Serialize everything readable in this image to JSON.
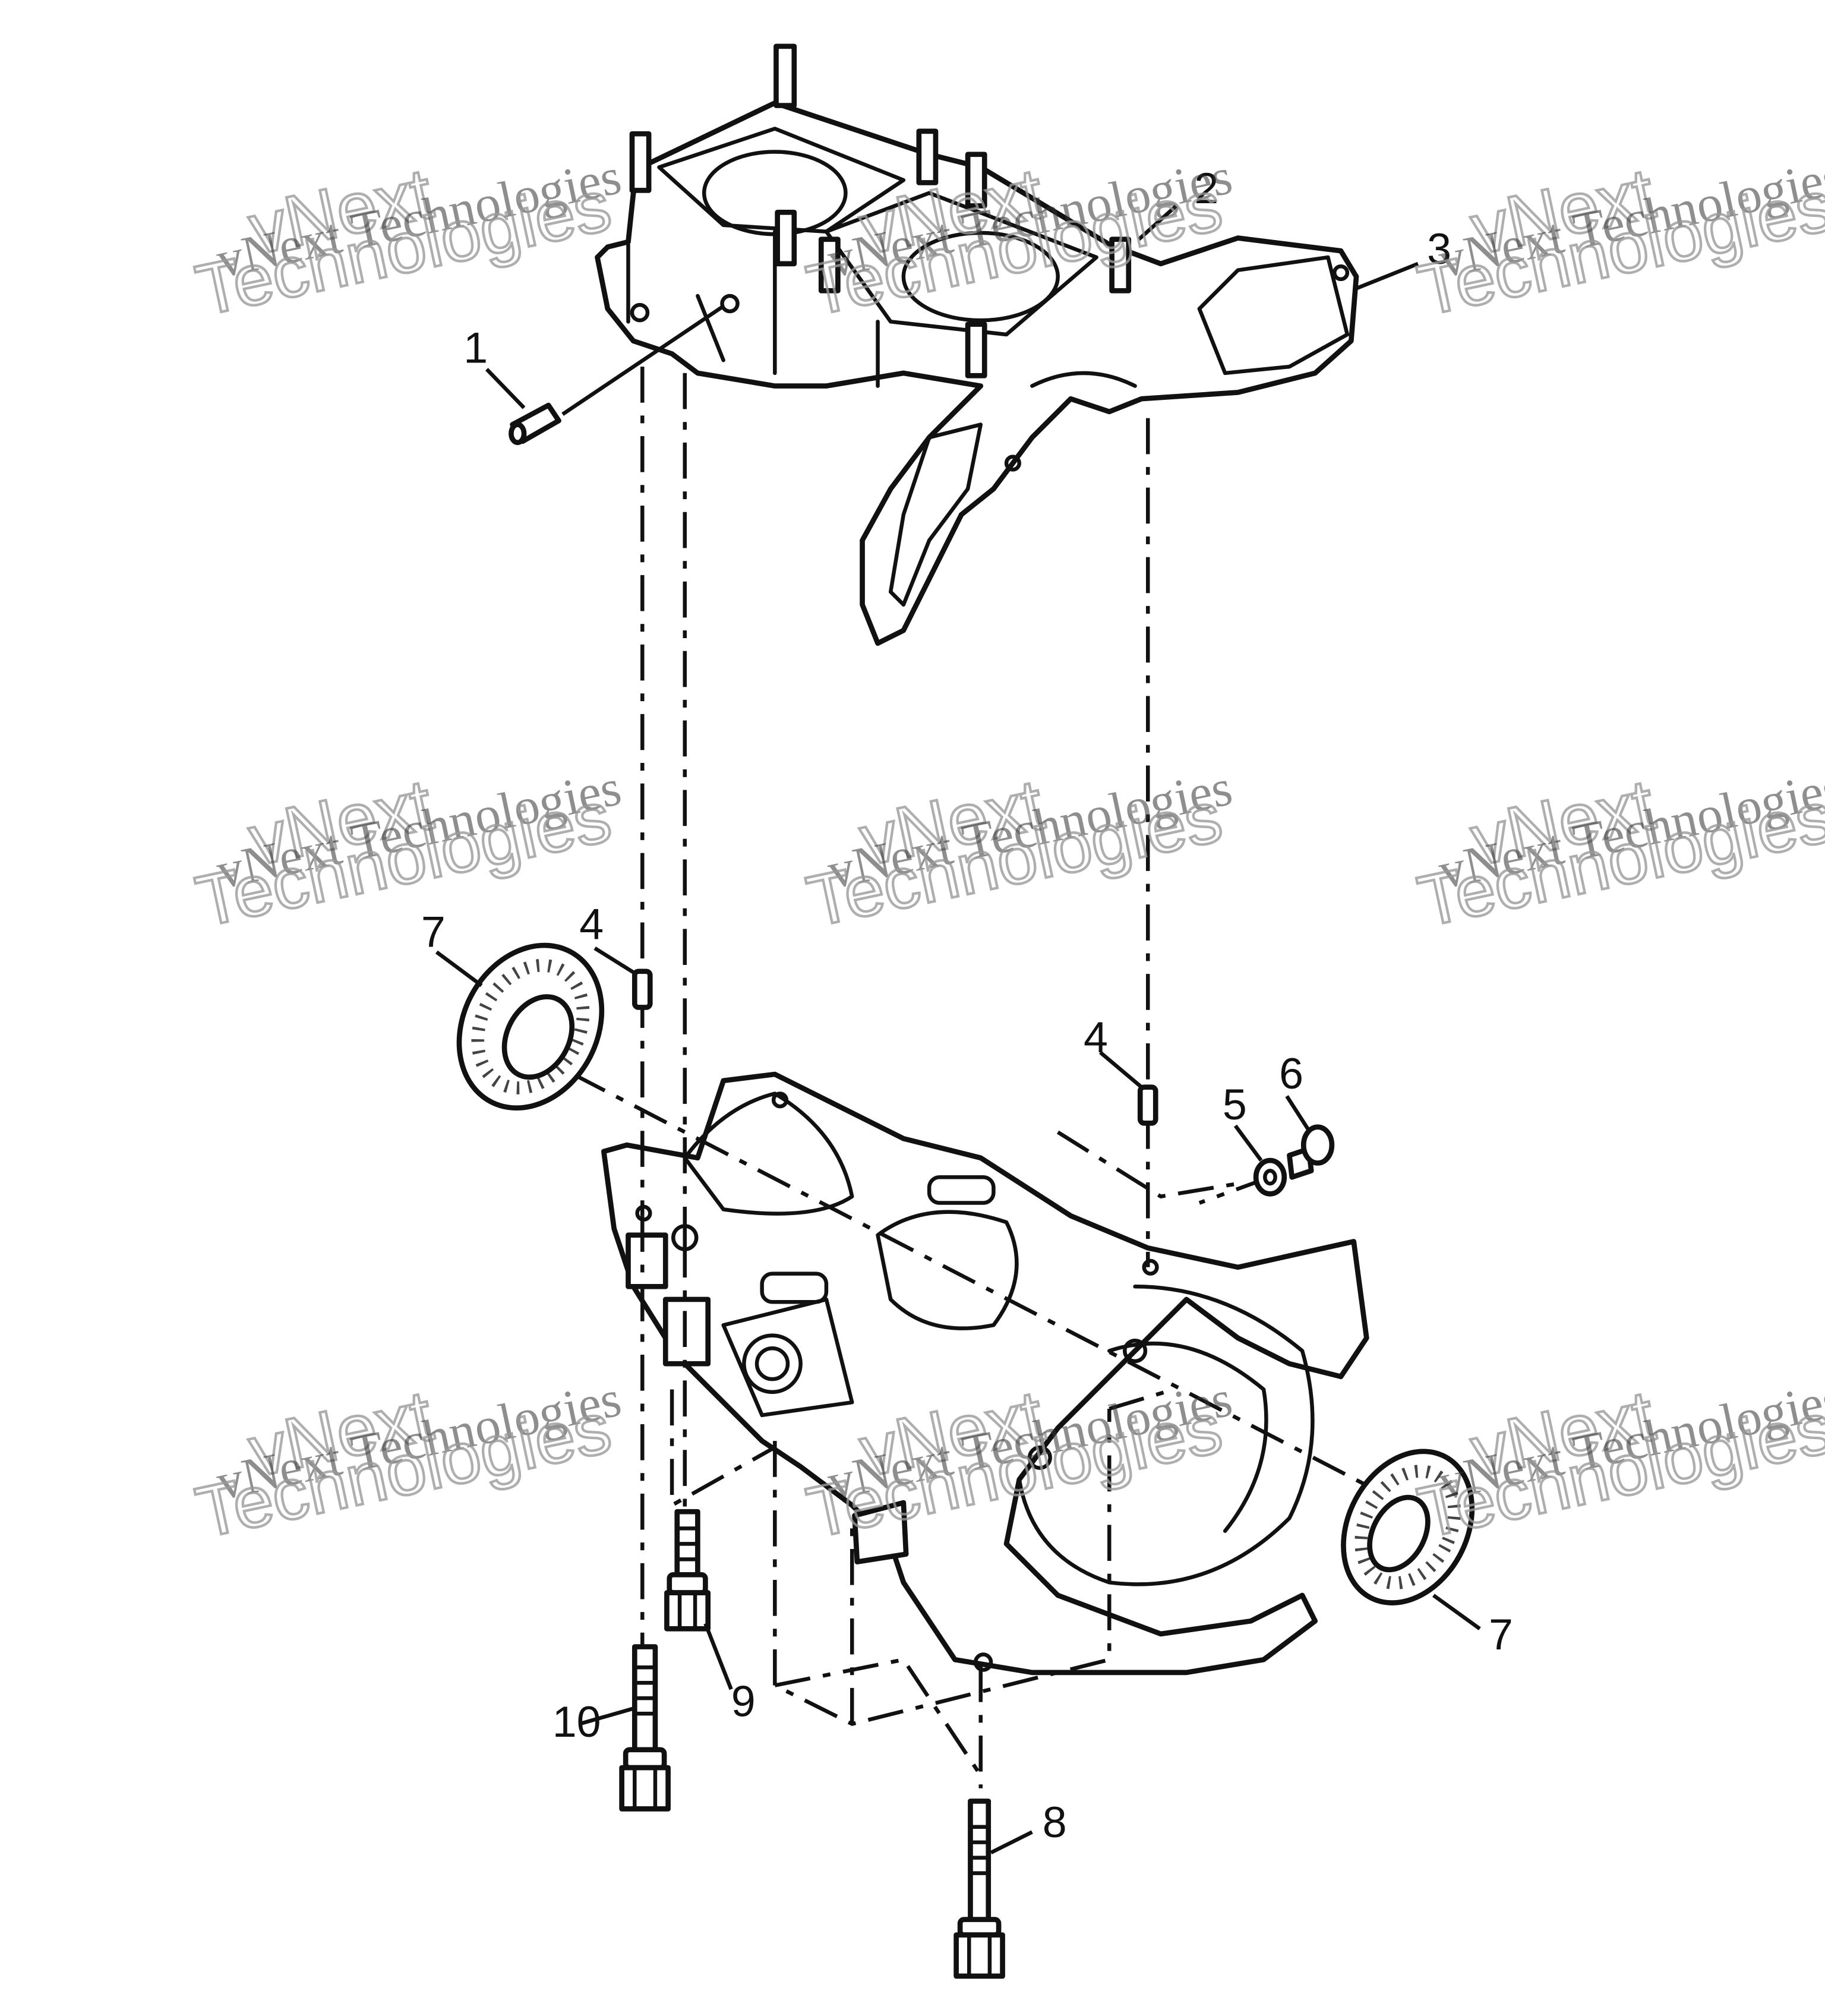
{
  "callouts": {
    "c1": "1",
    "c2": "2",
    "c3": "3",
    "c4a": "4",
    "c4b": "4",
    "c5": "5",
    "c6": "6",
    "c7a": "7",
    "c7b": "7",
    "c8": "8",
    "c9": "9",
    "c10": "10"
  },
  "watermark": {
    "brand": "vNext",
    "line": "vNext Technologies",
    "word": "Technologies"
  }
}
